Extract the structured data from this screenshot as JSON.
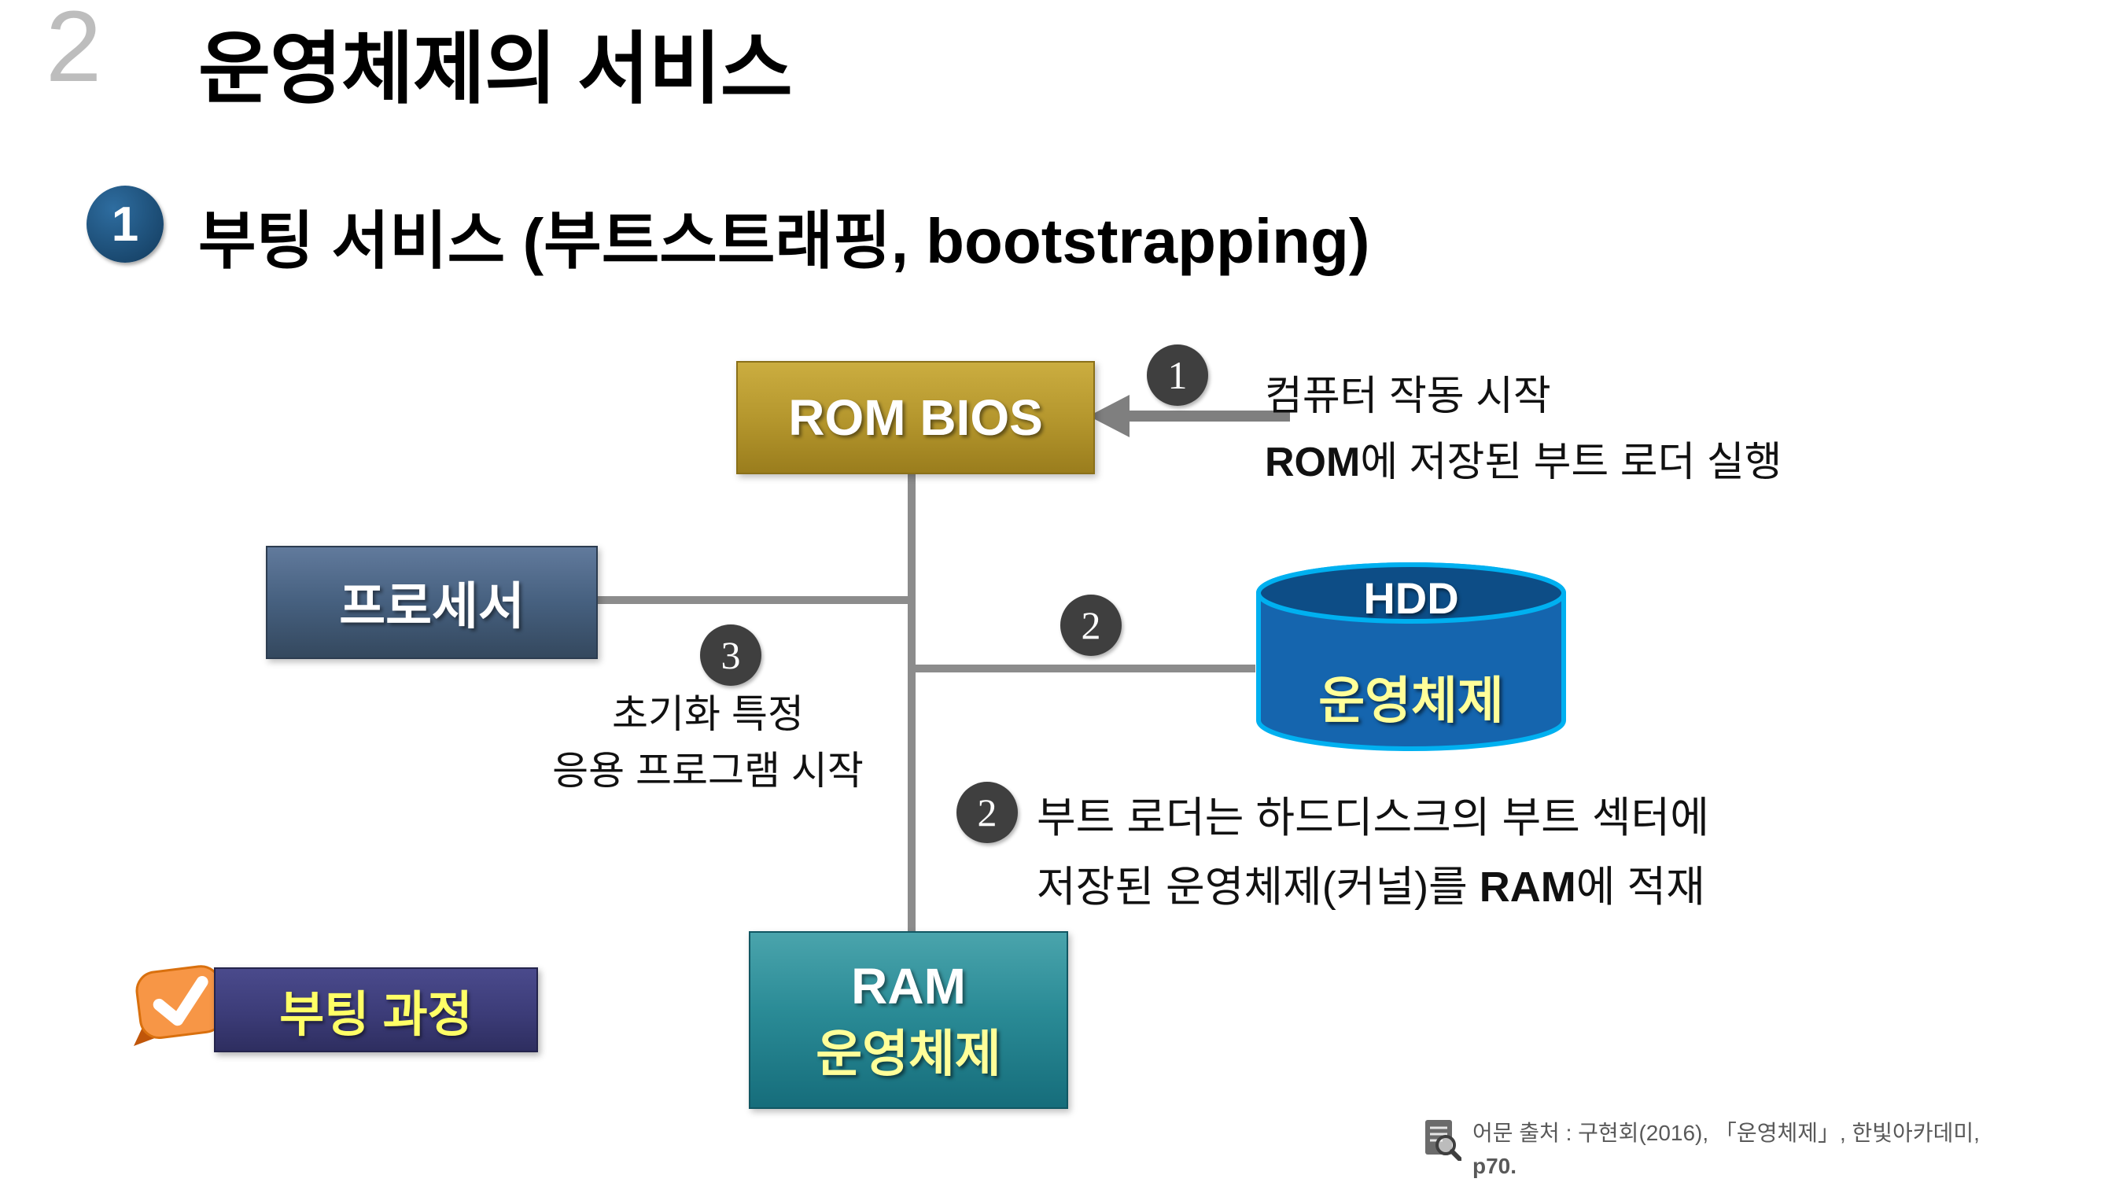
{
  "slide": {
    "number": "2",
    "title": "운영체제의 서비스"
  },
  "heading": {
    "bullet": "1",
    "text": "부팅 서비스 (부트스트래핑, bootstrapping)"
  },
  "diagram": {
    "rom_bios": {
      "label": "ROM BIOS"
    },
    "processor": {
      "label": "프로세서"
    },
    "hdd": {
      "label": "HDD",
      "sublabel": "운영체제"
    },
    "ram": {
      "label": "RAM",
      "sublabel": "운영체제"
    },
    "step1": {
      "number": "1",
      "line1": "컴퓨터 작동 시작",
      "line2_bold": "ROM",
      "line2_rest": "에 저장된 부트 로더 실행"
    },
    "step2_marker": {
      "number": "2"
    },
    "step2": {
      "number": "2",
      "line1": "부트 로더는 하드디스크의 부트 섹터에",
      "line2_pre": "저장된 운영체제(커널)를 ",
      "line2_bold": "RAM",
      "line2_post": "에 적재"
    },
    "step3": {
      "number": "3",
      "line1": "초기화 특정",
      "line2": "응용 프로그램 시작"
    }
  },
  "callout": {
    "label": "부팅 과정"
  },
  "footer": {
    "source": "어문 출처  : 구현회(2016), 「운영체제」, 한빛아카데미,",
    "page": "p70."
  },
  "colors": {
    "rom_bios_gold": "#b3952c",
    "processor_slate": "#46607f",
    "hdd_blue": "#1565ae",
    "hdd_border_cyan": "#00b0f0",
    "ram_teal": "#2a8b96",
    "callout_indigo": "#3c3c78",
    "callout_text_yellow": "#ffff66",
    "marker_gray": "#3f3f3f",
    "connector_gray": "#8c8c8c",
    "heading_bullet_navy": "#1c4e79"
  }
}
